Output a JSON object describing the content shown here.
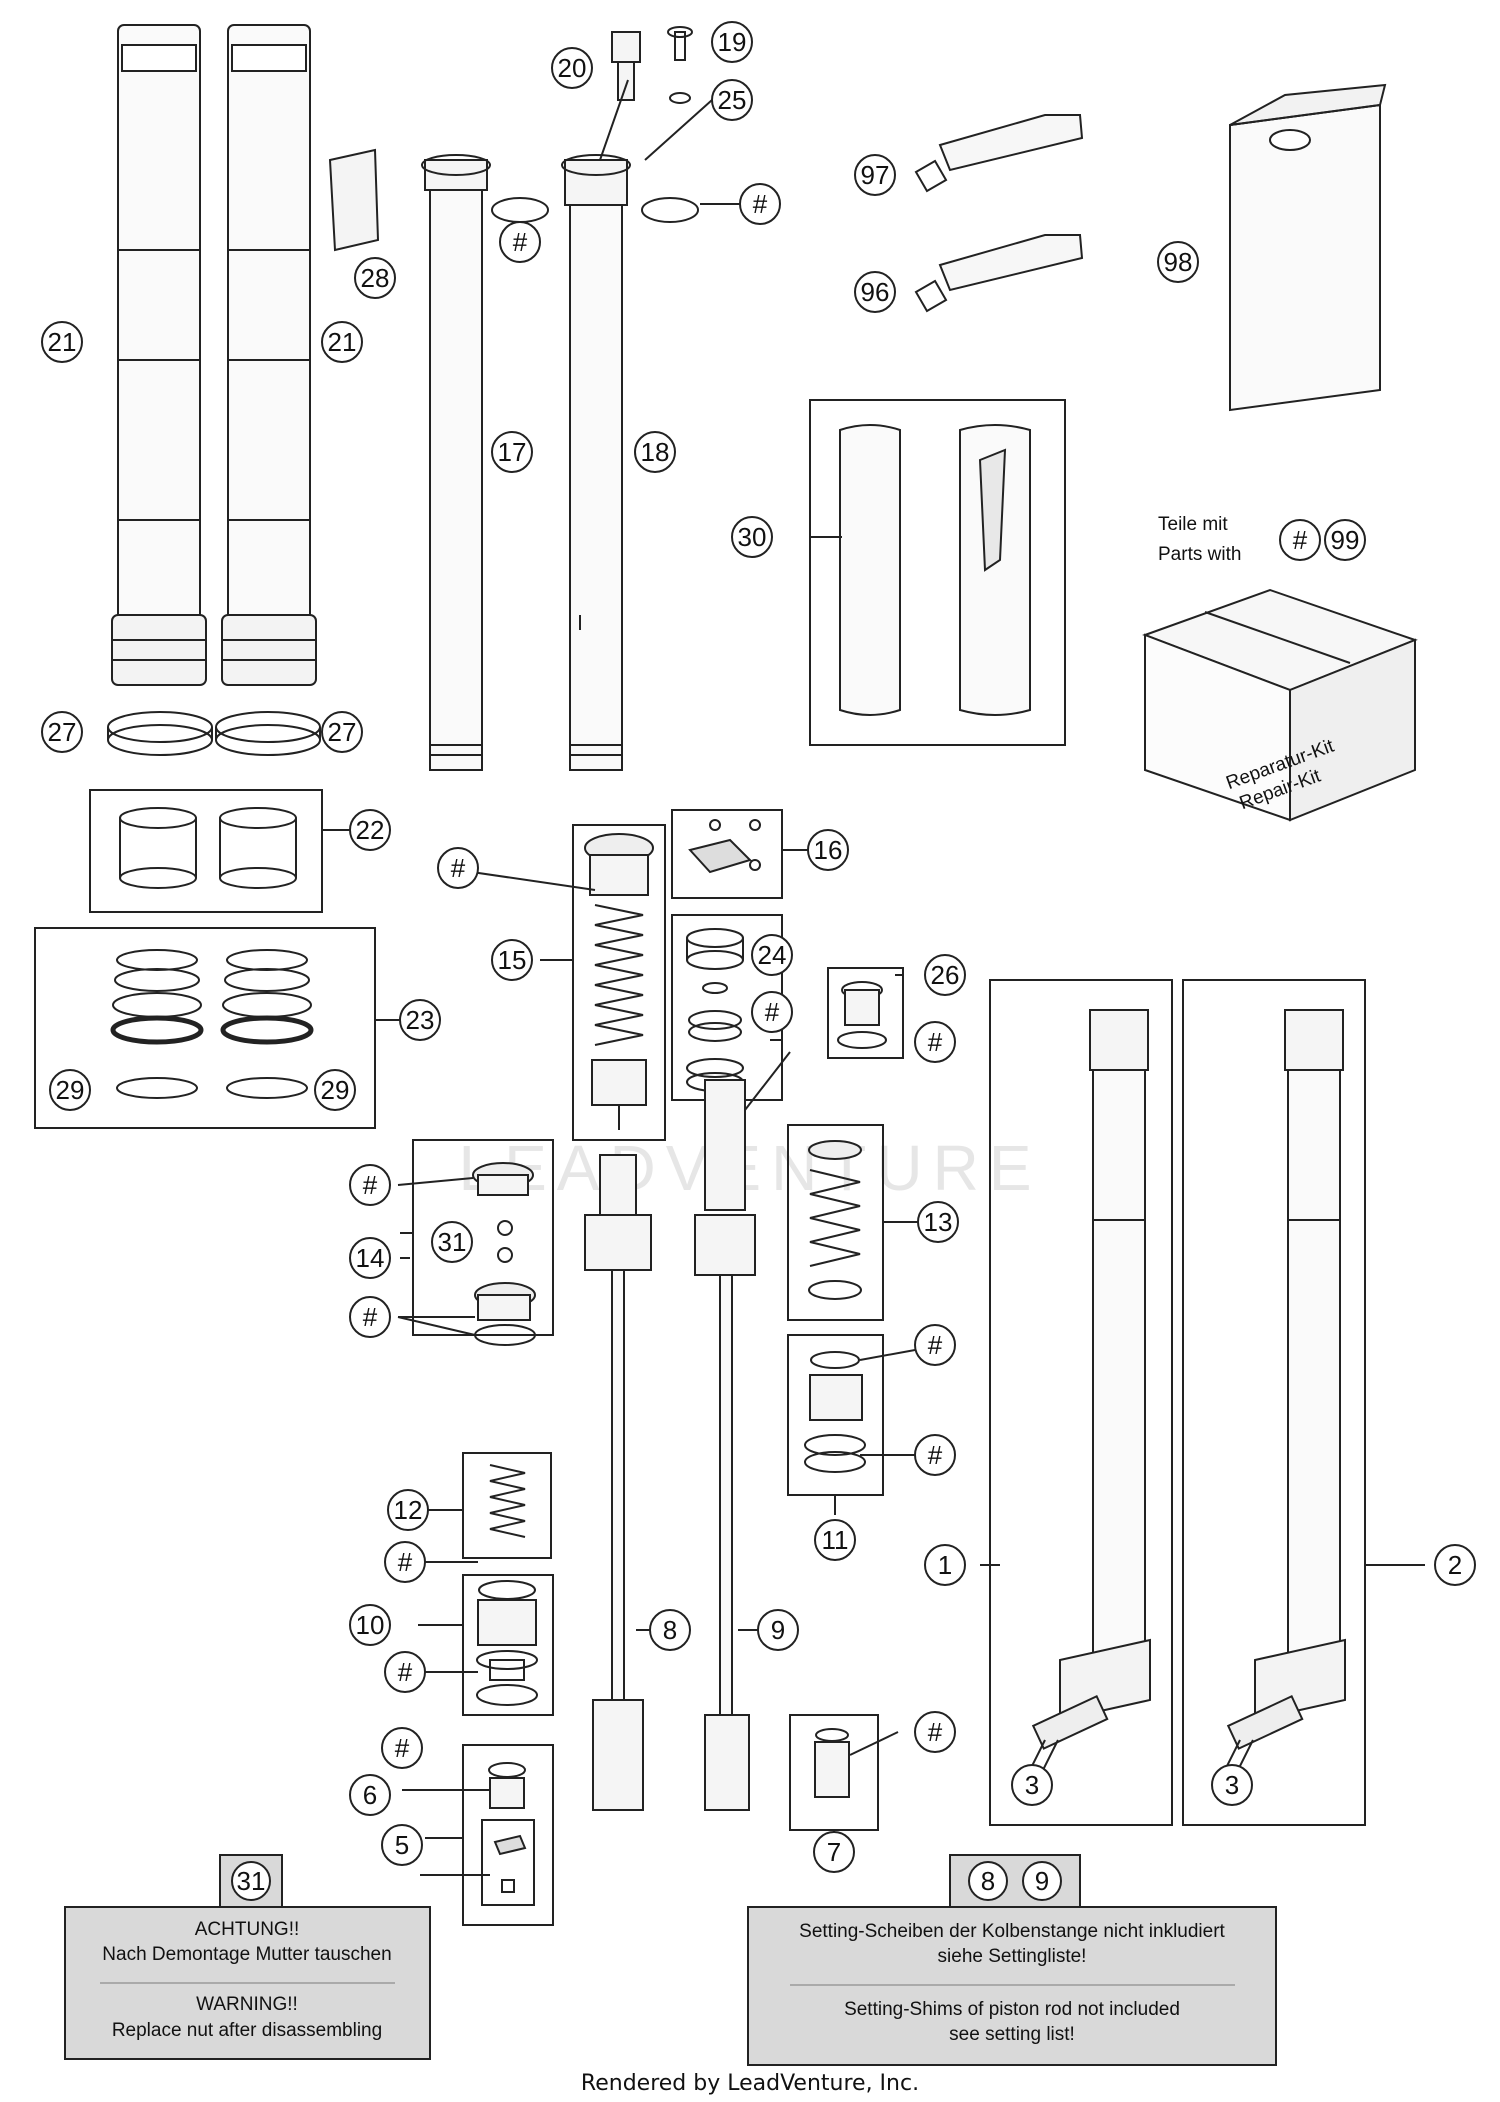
{
  "callouts": {
    "c1": "1",
    "c2": "2",
    "c3a": "3",
    "c3b": "3",
    "c5": "5",
    "c6": "6",
    "c7": "7",
    "c8": "8",
    "c9": "9",
    "c10": "10",
    "c11": "11",
    "c12": "12",
    "c13": "13",
    "c14": "14",
    "c15": "15",
    "c16": "16",
    "c17": "17",
    "c18": "18",
    "c19": "19",
    "c20": "20",
    "c21a": "21",
    "c21b": "21",
    "c22": "22",
    "c23": "23",
    "c24": "24",
    "c25": "25",
    "c26": "26",
    "c27a": "27",
    "c27b": "27",
    "c28": "28",
    "c29a": "29",
    "c29b": "29",
    "c30": "30",
    "c31": "31",
    "c96": "96",
    "c97": "97",
    "c98": "98",
    "c99": "99",
    "hash": "#"
  },
  "kit_legend": {
    "line1": "Teile mit",
    "line2": "Parts with"
  },
  "kit_box": {
    "line1": "Reparatur-Kit",
    "line2": "Repair-Kit"
  },
  "note_left": {
    "ref": "31",
    "de_title": "ACHTUNG!!",
    "de_text": "Nach Demontage Mutter tauschen",
    "en_title": "WARNING!!",
    "en_text": "Replace nut after disassembling"
  },
  "note_right": {
    "ref1": "8",
    "ref2": "9",
    "de_line1": "Setting-Scheiben der Kolbenstange nicht inkludiert",
    "de_line2": "siehe Settingliste!",
    "en_line1": "Setting-Shims of piston rod not included",
    "en_line2": "see setting list!"
  },
  "footer": "Rendered by LeadVenture, Inc.",
  "watermark": "LEADVENTURE",
  "colors": {
    "line": "#222222",
    "note_bg": "#d9d9d9",
    "part_fill": "#f7f7f7"
  }
}
